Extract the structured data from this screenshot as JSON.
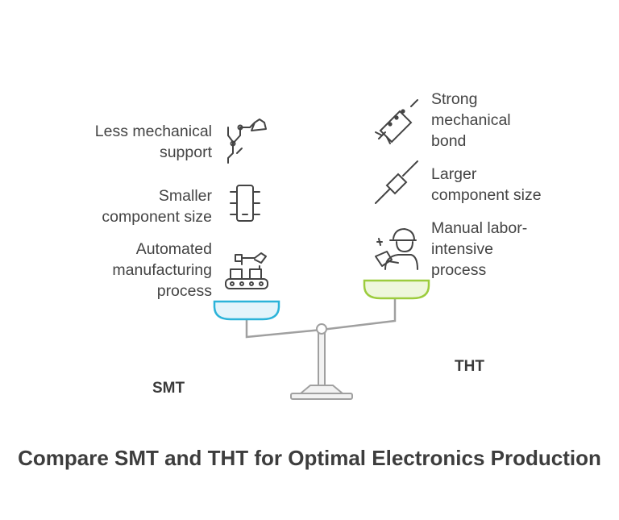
{
  "title": "Compare SMT and THT for Optimal Electronics Production",
  "smt": {
    "label": "SMT",
    "items": [
      {
        "lines": [
          "Less mechanical",
          "support"
        ],
        "icon": "circuit-trace-icon"
      },
      {
        "lines": [
          "Smaller",
          "component size"
        ],
        "icon": "ic-chip-icon"
      },
      {
        "lines": [
          "Automated",
          "manufacturing",
          "process"
        ],
        "icon": "robotic-assembly-icon"
      }
    ],
    "pan_color": "#2bb3d9"
  },
  "tht": {
    "label": "THT",
    "items": [
      {
        "lines": [
          "Strong",
          "mechanical",
          "bond"
        ],
        "icon": "through-hole-component-icon"
      },
      {
        "lines": [
          "Larger",
          "component size"
        ],
        "icon": "resistor-icon"
      },
      {
        "lines": [
          "Manual labor-",
          "intensive",
          "process"
        ],
        "icon": "worker-icon"
      }
    ],
    "pan_color": "#9ccc3d"
  }
}
